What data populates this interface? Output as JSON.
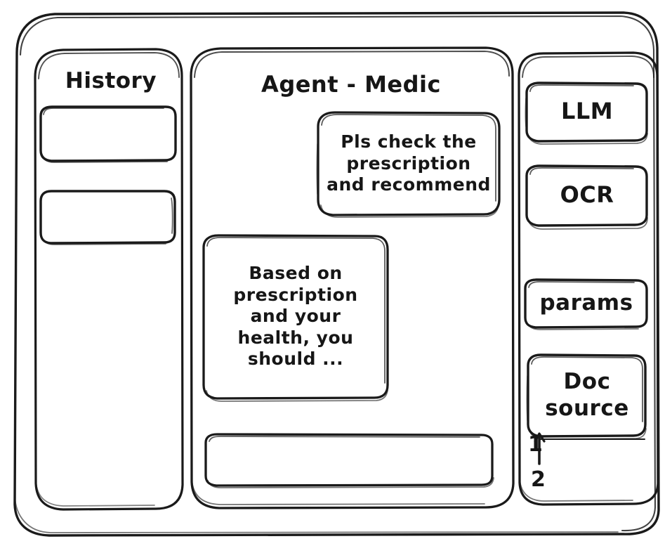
{
  "diagram": {
    "type": "hand-drawn-wireframe",
    "title": "Agent - Medic chat application wireframe",
    "stroke_color": "#1a1a1a",
    "background_color": "#ffffff"
  },
  "window": {
    "frame_label": "application-window"
  },
  "sidebar_left": {
    "title": "History",
    "items": [
      {
        "label": ""
      },
      {
        "label": ""
      }
    ]
  },
  "main": {
    "title": "Agent - Medic",
    "messages": [
      {
        "role": "user",
        "align": "right",
        "text": "Pls check the\nprescription\nand recommend"
      },
      {
        "role": "assistant",
        "align": "left",
        "text": "Based on\nprescription\nand your\nhealth, you\nshould ..."
      }
    ],
    "composer": {
      "value": "",
      "placeholder": ""
    }
  },
  "sidebar_right": {
    "tools": [
      {
        "label": "LLM"
      },
      {
        "label": "OCR"
      }
    ],
    "settings": [
      {
        "label": "params"
      }
    ],
    "doc_source": {
      "label": "Doc\nsource",
      "references": [
        {
          "label": "1"
        },
        {
          "label": "2"
        }
      ]
    }
  }
}
